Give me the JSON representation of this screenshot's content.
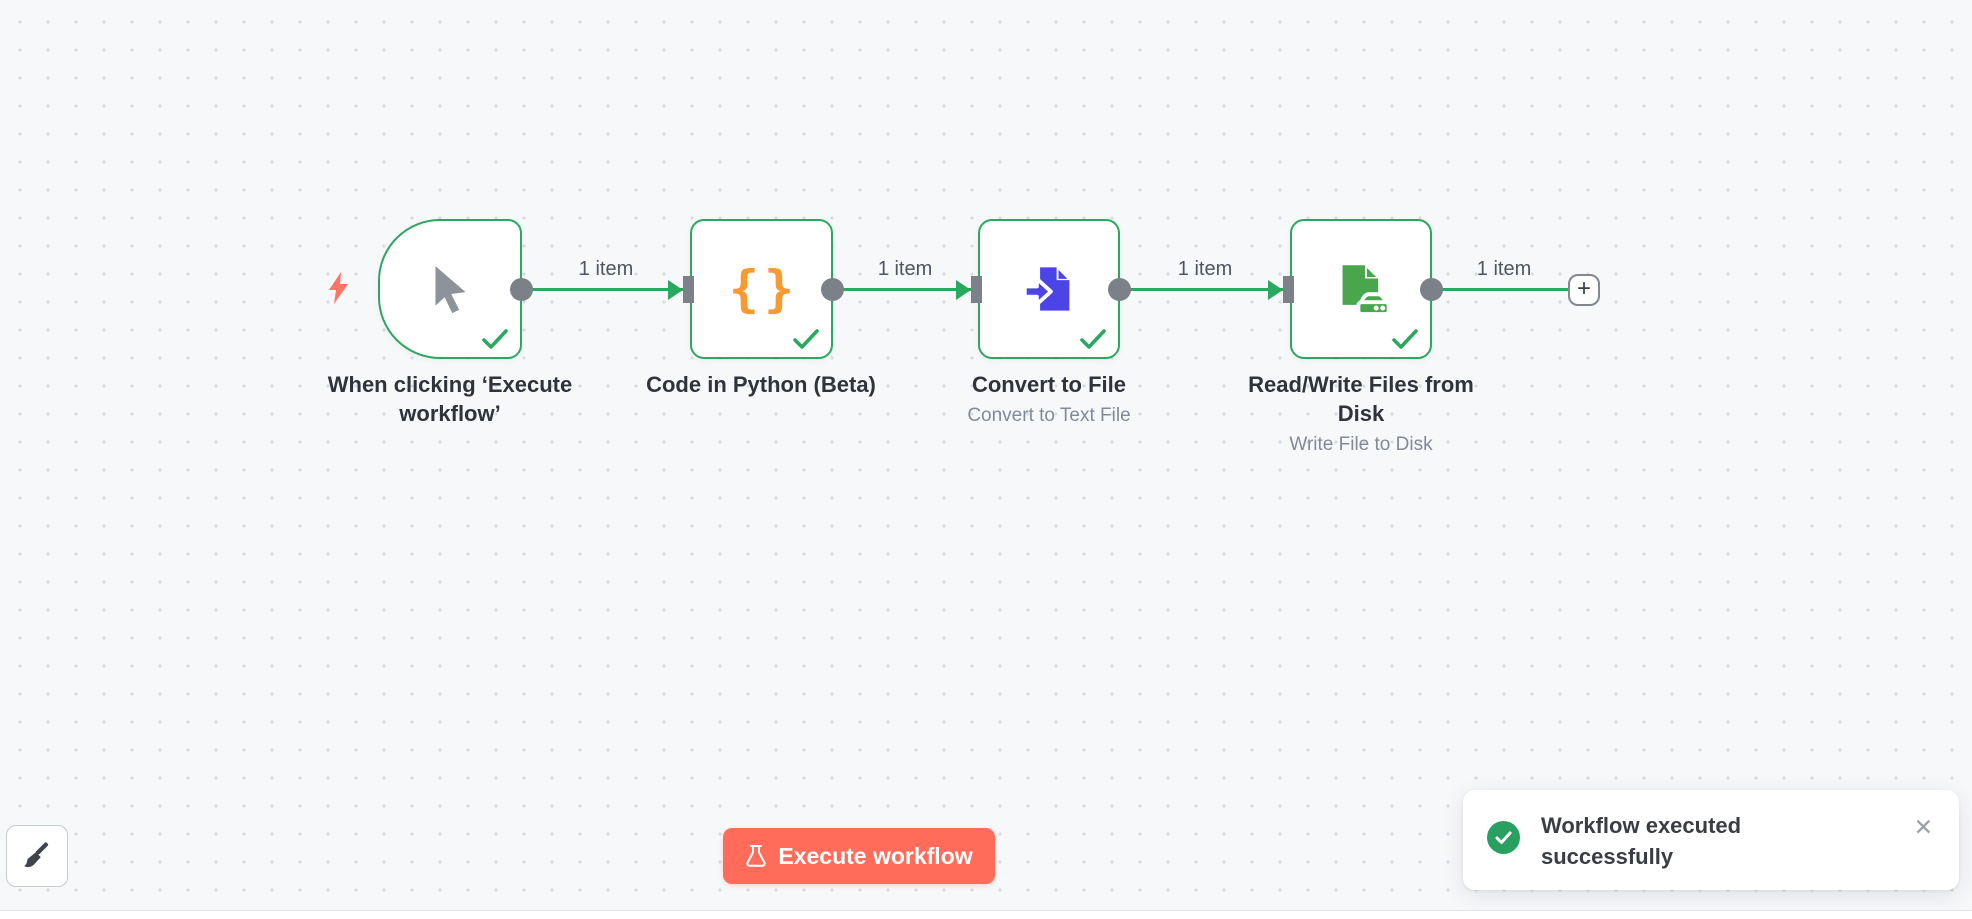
{
  "canvas": {
    "background_color": "#f7f8fa",
    "dot_color": "#d8dbe2"
  },
  "nodes": [
    {
      "title": "When clicking ‘Execute workflow’",
      "subtitle": "",
      "icon": "cursor-icon",
      "status": "success",
      "type": "manual-trigger"
    },
    {
      "title": "Code in Python (Beta)",
      "subtitle": "",
      "icon": "code-braces-icon",
      "status": "success",
      "type": "code"
    },
    {
      "title": "Convert to File",
      "subtitle": "Convert to Text File",
      "icon": "file-import-icon",
      "status": "success",
      "type": "convert-to-file"
    },
    {
      "title": "Read/Write Files from Disk",
      "subtitle": "Write File to Disk",
      "icon": "file-disk-icon",
      "status": "success",
      "type": "read-write-file"
    }
  ],
  "connections": [
    {
      "label": "1 item"
    },
    {
      "label": "1 item"
    },
    {
      "label": "1 item"
    },
    {
      "label": "1 item"
    }
  ],
  "controls": {
    "execute_label": "Execute workflow",
    "add_node_label": "+"
  },
  "toast": {
    "message": "Workflow executed successfully",
    "close_label": "✕"
  },
  "colors": {
    "success_green": "#2aa85f",
    "connector_gray": "#7c8088",
    "code_orange": "#f99a2e",
    "file_indigo": "#4b45e5",
    "disk_green": "#4aa64d",
    "primary_coral": "#ff6d5a"
  }
}
